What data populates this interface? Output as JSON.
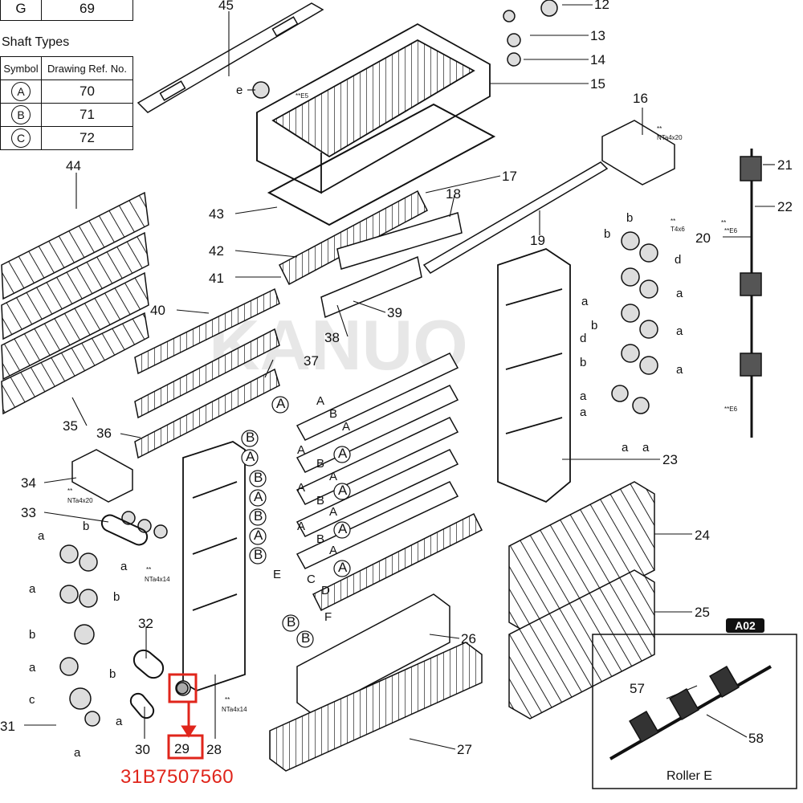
{
  "top_table": {
    "row": {
      "symbol": "G",
      "ref": "69"
    }
  },
  "shaft_table": {
    "title": "Shaft Types",
    "headers": {
      "symbol": "Symbol",
      "ref": "Drawing Ref. No."
    },
    "rows": [
      {
        "symbol": "A",
        "ref": "70"
      },
      {
        "symbol": "B",
        "ref": "71"
      },
      {
        "symbol": "C",
        "ref": "72"
      }
    ]
  },
  "callouts": {
    "c45": "45",
    "c12": "12",
    "c13": "13",
    "c14": "14",
    "c15": "15",
    "c16": "16",
    "c17": "17",
    "c18": "18",
    "c19": "19",
    "c20": "20",
    "c21": "21",
    "c22": "22",
    "c23": "23",
    "c24": "24",
    "c25": "25",
    "c26": "26",
    "c27": "27",
    "c28": "28",
    "c29": "29",
    "c30": "30",
    "c31": "31",
    "c32": "32",
    "c33": "33",
    "c34": "34",
    "c35": "35",
    "c36": "36",
    "c37": "37",
    "c38": "38",
    "c39": "39",
    "c40": "40",
    "c41": "41",
    "c42": "42",
    "c43": "43",
    "c44": "44",
    "c57": "57",
    "c58": "58"
  },
  "small_notes": {
    "e5": "**E5",
    "e6_top": "**E6",
    "e6_bottom": "**E6",
    "nta4x20_top": "NTa4x20",
    "t4x6": "T4x6",
    "nta4x20_left": "NTa4x20",
    "nta4x14_mid": "NTa4x14",
    "nta4x14_bottom": "NTa4x14",
    "stars": "**"
  },
  "letters": {
    "e": "e",
    "a": "a",
    "b": "b",
    "c": "c",
    "d": "d",
    "A": "A",
    "B": "B",
    "C": "C",
    "D": "D",
    "E": "E",
    "F": "F"
  },
  "circled": {
    "A": "A",
    "B": "B"
  },
  "badge": "A02",
  "roller_caption": "Roller E",
  "reference_number": "31B7507560",
  "highlight_color": "#e0251b"
}
